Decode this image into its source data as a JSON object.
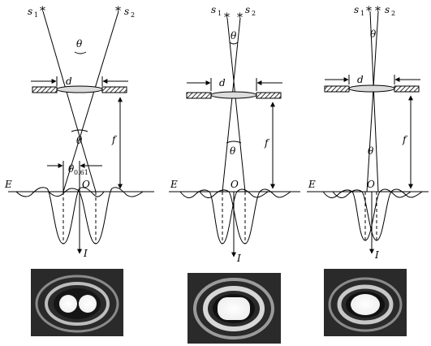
{
  "panels": [
    {
      "id": "resolved",
      "label_s1": "s",
      "label_s1_sub": "1",
      "label_s2": "s",
      "label_s2_sub": "2",
      "label_theta": "θ",
      "label_d": "d",
      "label_f": "f",
      "label_E": "E",
      "label_O": "O",
      "label_I": "I",
      "label_theta_min": "θ",
      "label_theta_min_sub": "0.61"
    },
    {
      "id": "rayleigh",
      "label_s1": "s",
      "label_s1_sub": "1",
      "label_s2": "s",
      "label_s2_sub": "2",
      "label_theta": "θ",
      "label_d": "d",
      "label_f": "f",
      "label_E": "E",
      "label_O": "O",
      "label_I": "I"
    },
    {
      "id": "unresolved",
      "label_s1": "s",
      "label_s1_sub": "1",
      "label_s2": "s",
      "label_s2_sub": "2",
      "label_theta": "θ",
      "label_d": "d",
      "label_f": "f",
      "label_E": "E",
      "label_O": "O",
      "label_I": "I"
    }
  ],
  "colors": {
    "ink": "#000000",
    "lens": "#dcdcdc",
    "photo_bg": "#2a2a2a",
    "photo_ring": "#bdbdbd",
    "spot": "#ffffff"
  }
}
